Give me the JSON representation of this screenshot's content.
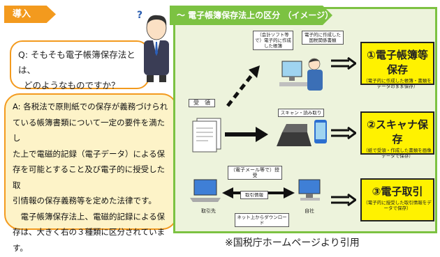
{
  "intro_tab": "導入",
  "question": {
    "lines": [
      "Q: そもそも電子帳簿保存法とは、",
      "どのようなものですか？"
    ]
  },
  "answer": {
    "lines": [
      "A: 各税法で原則紙での保存が義務づけられ",
      "ている帳簿書類について一定の要件を満たし",
      "た上で電磁的記録（電子データ）による保",
      "存を可能とすること及び電子的に授受した取",
      "引情報の保存義務等を定めた法律です。",
      "　電子帳簿保存法上、電磁的記録による保",
      "存は、大きく右の３種類に区分されています。"
    ]
  },
  "diagram": {
    "header": "～ 電子帳簿保存法上の区分 （イメージ）～",
    "labels": {
      "accounting_software": "（会計ソフト等で）電子的に作成した帳簿",
      "electronic_documents": "電子的に作成した国税関係書類",
      "receipt": "受　領",
      "scan": "スキャン・読み取り",
      "email": "（電子メール等で）授　受",
      "trade_info": "取引情報",
      "download": "ネット上からダウンロード",
      "counterparty": "取引先",
      "own_company": "自社"
    },
    "categories": [
      {
        "title": "①電子帳簿等保存",
        "desc": "（電子的に作成した帳簿・書類をデータのまま保存）"
      },
      {
        "title": "②スキャナ保存",
        "desc": "（紙で受領・作成した書類を画像データで保存）"
      },
      {
        "title": "③電子取引",
        "desc": "（電子的に授受した取引情報をデータで保存）"
      }
    ]
  },
  "citation": "※国税庁ホームページより引用",
  "colors": {
    "accent": "#f39a1e",
    "green": "#7cc242",
    "yellow": "#fff200",
    "cream": "#fdf3c8"
  }
}
